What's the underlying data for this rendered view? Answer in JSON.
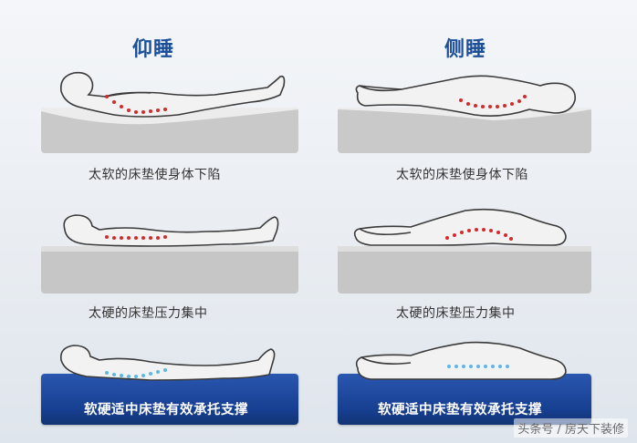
{
  "columns": {
    "left_title": "仰睡",
    "right_title": "侧睡"
  },
  "rows": [
    {
      "left_caption": "太软的床垫使身体下陷",
      "right_caption": "太软的床垫使身体下陷"
    },
    {
      "left_caption": "太硬的床垫压力集中",
      "right_caption": "太硬的床垫压力集中"
    },
    {
      "left_caption": "软硬适中床垫有效承托支撑",
      "right_caption": "软硬适中床垫有效承托支撑"
    }
  ],
  "watermark": "头条号 / 房天下装修",
  "colors": {
    "title": "#1b4f9a",
    "spine_bad": "#d42a2a",
    "spine_good": "#5bb8e6",
    "mattress_good": "#1f4ca3"
  }
}
